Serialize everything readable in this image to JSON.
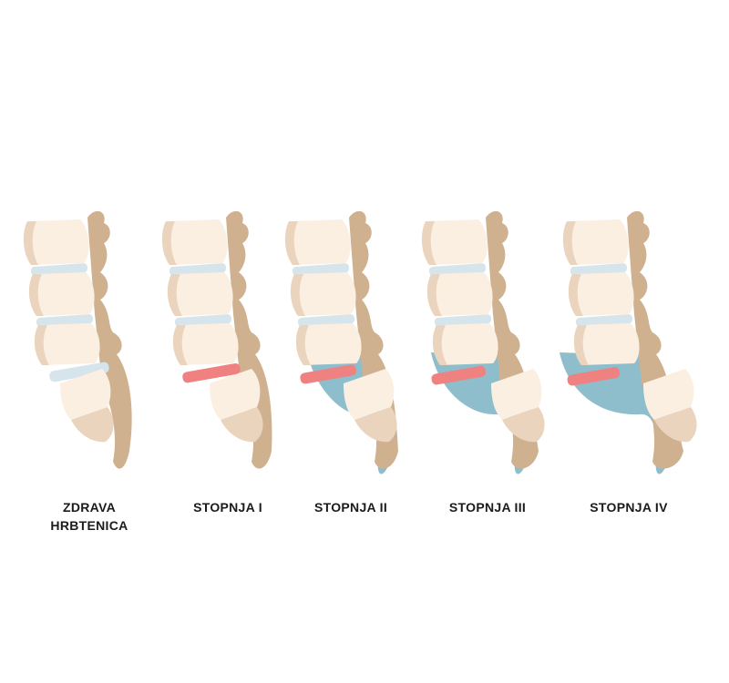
{
  "colors": {
    "vertebra_body": "#fbefe2",
    "vertebra_shade": "#ead4bd",
    "process": "#cfb190",
    "disc_healthy": "#d6e4ec",
    "disc_damaged": "#ef8181",
    "fluid": "#8ebdcb"
  },
  "stages": [
    {
      "label_lines": [
        "ZDRAVA",
        "HRBTENICA"
      ],
      "slip": 0
    },
    {
      "label_lines": [
        "STOPNJA I"
      ],
      "slip": 1
    },
    {
      "label_lines": [
        "STOPNJA II"
      ],
      "slip": 2
    },
    {
      "label_lines": [
        "STOPNJA III"
      ],
      "slip": 3
    },
    {
      "label_lines": [
        "STOPNJA IV"
      ],
      "slip": 4
    }
  ]
}
